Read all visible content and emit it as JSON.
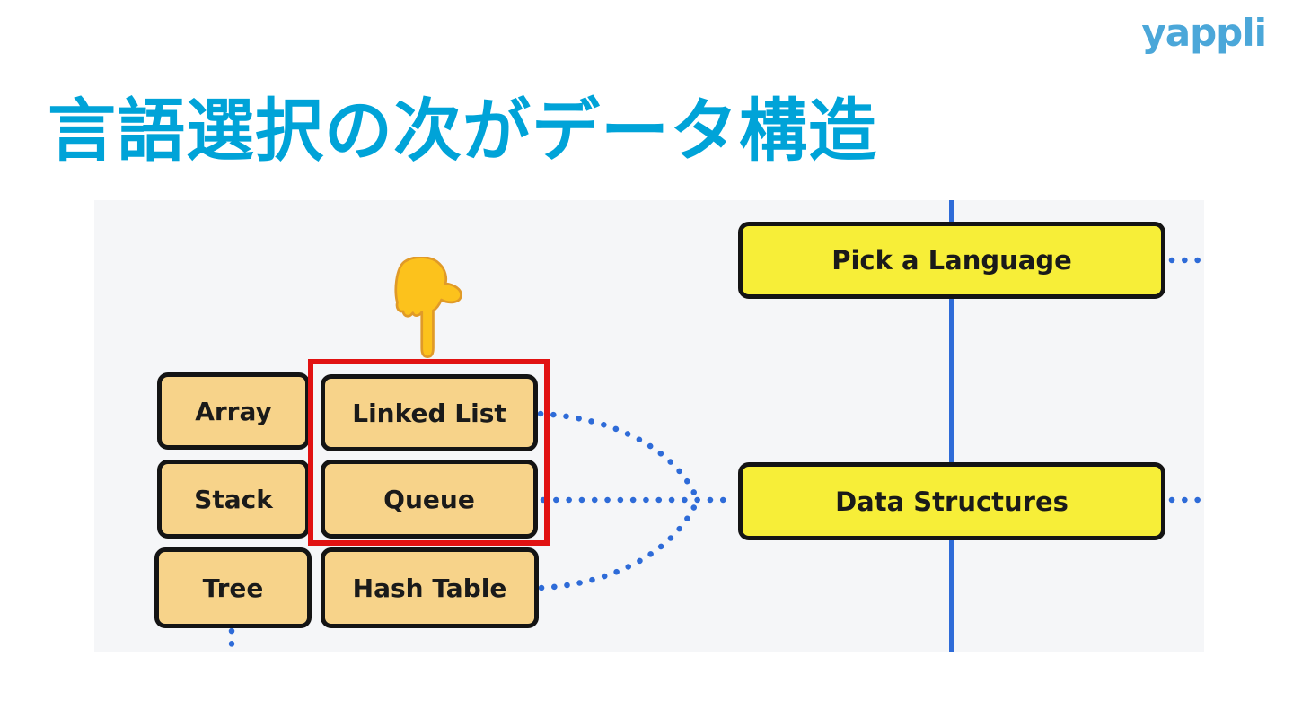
{
  "logo": {
    "text": "yappli",
    "color": "#4BA7D9"
  },
  "title": {
    "text": "言語選択の次がデータ構造",
    "color": "#00A3D8"
  },
  "diagram": {
    "background_color": "#F5F6F8",
    "connector_color": "#2E6BD8",
    "highlight_color": "#E11212",
    "node_border_color": "#141414",
    "main_nodes": [
      {
        "id": "pick-a-language",
        "label": "Pick a Language",
        "fill": "#F7EE38"
      },
      {
        "id": "data-structures",
        "label": "Data Structures",
        "fill": "#F7EE38"
      }
    ],
    "sub_nodes": [
      {
        "id": "array",
        "label": "Array",
        "fill": "#F7D38A",
        "highlighted": false
      },
      {
        "id": "linked-list",
        "label": "Linked List",
        "fill": "#F7D38A",
        "highlighted": true
      },
      {
        "id": "stack",
        "label": "Stack",
        "fill": "#F7D38A",
        "highlighted": false
      },
      {
        "id": "queue",
        "label": "Queue",
        "fill": "#F7D38A",
        "highlighted": true
      },
      {
        "id": "tree",
        "label": "Tree",
        "fill": "#F7D38A",
        "highlighted": false
      },
      {
        "id": "hash-table",
        "label": "Hash Table",
        "fill": "#F7D38A",
        "highlighted": false
      }
    ],
    "edges": [
      {
        "from": "pick-a-language",
        "to": "data-structures",
        "style": "solid-vertical-timeline"
      },
      {
        "from": "linked-list",
        "to": "data-structures",
        "style": "dotted-curve"
      },
      {
        "from": "queue",
        "to": "data-structures",
        "style": "dotted-straight"
      },
      {
        "from": "hash-table",
        "to": "data-structures",
        "style": "dotted-curve"
      },
      {
        "from": "tree",
        "to": "below",
        "style": "dotted-stub"
      },
      {
        "from": "pick-a-language",
        "to": "right-edge",
        "style": "dotted-stub"
      },
      {
        "from": "data-structures",
        "to": "right-edge",
        "style": "dotted-stub"
      }
    ],
    "pointer_icon": "backhand-index-pointing-down-emoji"
  }
}
